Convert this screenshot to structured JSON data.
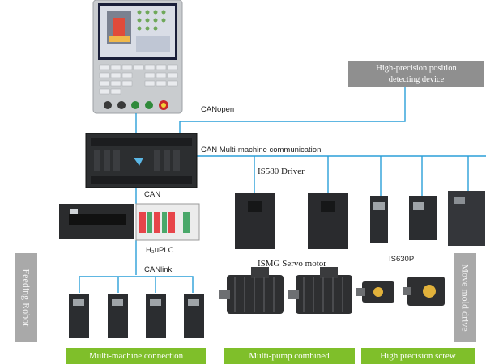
{
  "labels": {
    "position_box": "High-precision position\ndetecting device",
    "canopen": "CANopen",
    "can_multi": "CAN Multi-machine communication",
    "can": "CAN",
    "is580": "IS580 Driver",
    "h3u": "H₃uPLC",
    "canlink": "CANlink",
    "ismg": "ISMG Servo motor",
    "is630p": "IS630P",
    "feeding": "Feeding Robot",
    "move_mold": "Move mold drive"
  },
  "tabs": [
    "Multi-machine connection",
    "Multi-pump combined",
    "High precision screw"
  ],
  "colors": {
    "line": "#2b9fd8",
    "gray_box": "#8f8f8f",
    "green": "#7fbf2a"
  }
}
